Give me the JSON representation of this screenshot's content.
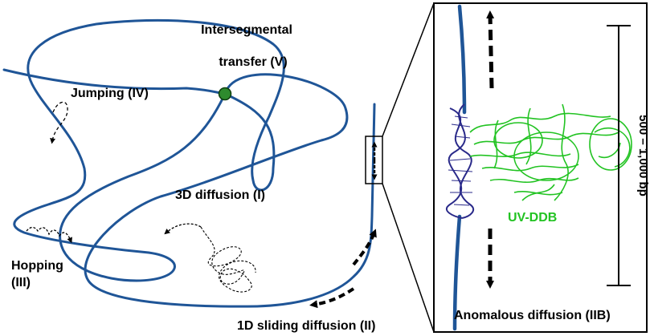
{
  "labels": {
    "intersegmental_line1": "Intersegmental",
    "intersegmental_line2": "transfer (V)",
    "jumping": "Jumping (IV)",
    "diffusion_3d": "3D diffusion (I)",
    "hopping_line1": "Hopping",
    "hopping_line2": "(III)",
    "sliding_1d": "1D sliding diffusion (II)",
    "protein_name": "UV-DDB",
    "scale_bar": "500 – 1,000 bp",
    "anomalous": "Anomalous diffusion (IIB)"
  },
  "colors": {
    "dna_strand": "#1f5597",
    "junction_dot": "#2e8b2e",
    "protein": "#22c322",
    "helix": "#2a2a8a",
    "text": "#000000"
  }
}
